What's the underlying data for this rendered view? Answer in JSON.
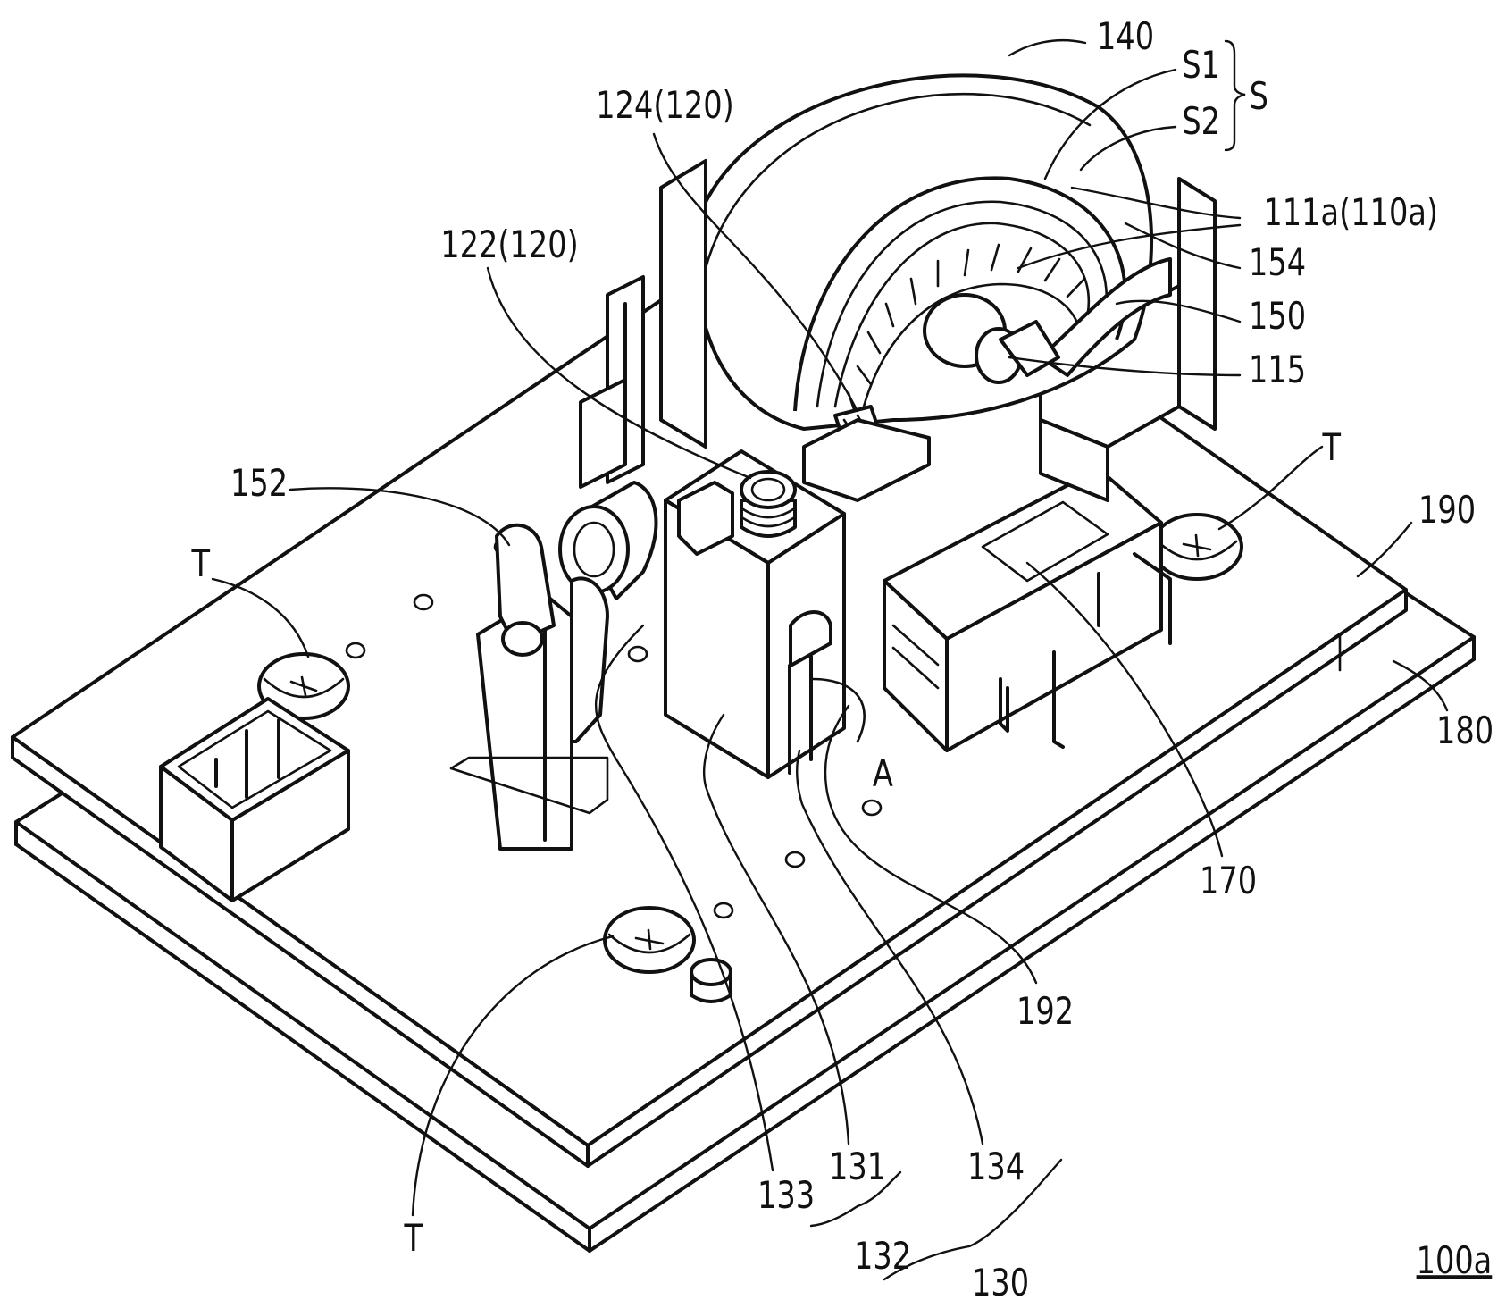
{
  "figure_ref": "100a",
  "labels": {
    "l140": "140",
    "lS1": "S1",
    "lS2": "S2",
    "lS": "S",
    "l124": "124(120)",
    "l122": "122(120)",
    "l111a": "111a(110a)",
    "l154": "154",
    "l150": "150",
    "l115": "115",
    "l152": "152",
    "lT1": "T",
    "lT2": "T",
    "lT3": "T",
    "l190": "190",
    "l180": "180",
    "lA": "A",
    "l170": "170",
    "l192": "192",
    "l133": "133",
    "l131": "131",
    "l134": "134",
    "l132": "132",
    "l130": "130"
  }
}
